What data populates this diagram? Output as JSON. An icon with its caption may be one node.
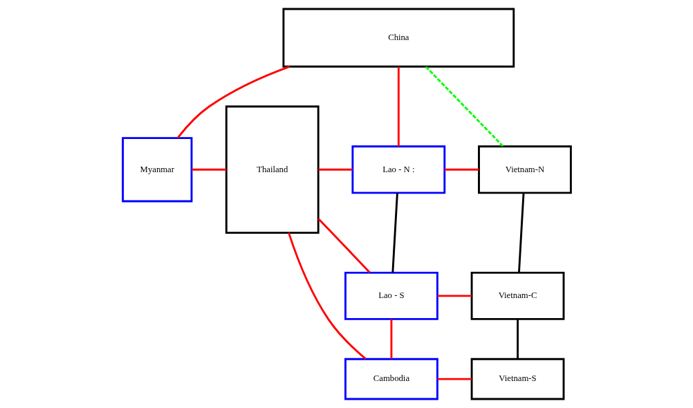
{
  "diagram": {
    "nodes": [
      {
        "text": [
          "China"
        ]
      },
      {
        "text": [
          "Myanmar"
        ]
      },
      {
        "text": [
          "Thailand"
        ]
      },
      {
        "text": [
          "Lao - N :"
        ]
      },
      {
        "text": [
          "Vietnam-N"
        ]
      },
      {
        "text": [
          "Lao - S"
        ]
      },
      {
        "text": [
          "Vietnam-C"
        ]
      },
      {
        "text": [
          "Cambodia"
        ]
      },
      {
        "text": [
          "Vietnam-S"
        ]
      }
    ],
    "edges": [
      {
        "from": 0,
        "to": 1,
        "arrow": "none"
      },
      {
        "from": 0,
        "to": 3,
        "arrow": "none"
      },
      {
        "from": 0,
        "to": 4,
        "arrow": "none",
        "style": "dashed",
        "color": "#00ff00"
      },
      {
        "from": 1,
        "to": 2,
        "arrow": "none"
      },
      {
        "from": 2,
        "to": 3,
        "arrow": "none"
      },
      {
        "from": 2,
        "to": 5,
        "arrow": "none"
      },
      {
        "from": 2,
        "to": 7,
        "arrow": "none"
      },
      {
        "from": 3,
        "to": 4,
        "arrow": "none"
      },
      {
        "from": 3,
        "to": 5,
        "arrow": "none",
        "color": "#000000"
      },
      {
        "from": 4,
        "to": 6,
        "arrow": "none",
        "color": "#000000"
      },
      {
        "from": 5,
        "to": 6,
        "arrow": "none"
      },
      {
        "from": 5,
        "to": 7,
        "arrow": "none"
      },
      {
        "from": 6,
        "to": 8,
        "arrow": "none",
        "color": "#000000"
      },
      {
        "from": 7,
        "to": 8,
        "arrow": "none"
      }
    ]
  }
}
